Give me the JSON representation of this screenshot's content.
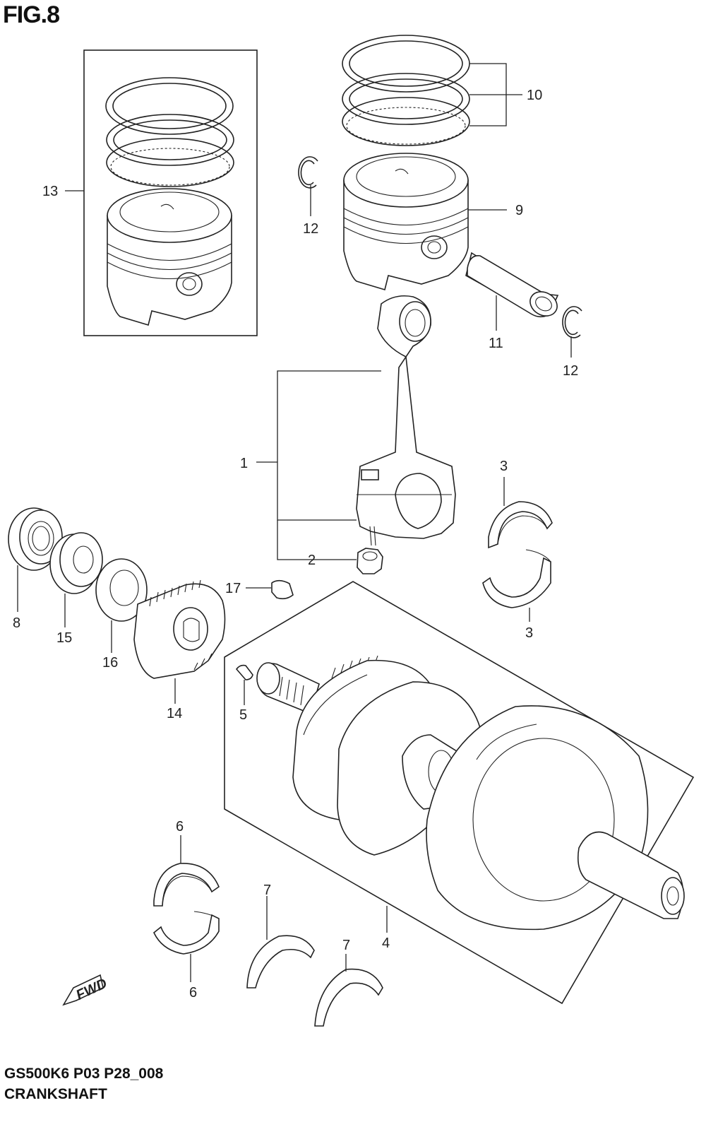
{
  "figure": {
    "title": "FIG.8",
    "model_code": "GS500K6 P03 P28_008",
    "caption": "CRANKSHAFT",
    "fwd_label": "FWD"
  },
  "callouts": {
    "c1": "1",
    "c2": "2",
    "c3a": "3",
    "c3b": "3",
    "c4": "4",
    "c5": "5",
    "c6a": "6",
    "c6b": "6",
    "c7a": "7",
    "c7b": "7",
    "c8": "8",
    "c9": "9",
    "c10": "10",
    "c11": "11",
    "c12a": "12",
    "c12b": "12",
    "c13": "13",
    "c14": "14",
    "c15": "15",
    "c16": "16",
    "c17": "17"
  }
}
